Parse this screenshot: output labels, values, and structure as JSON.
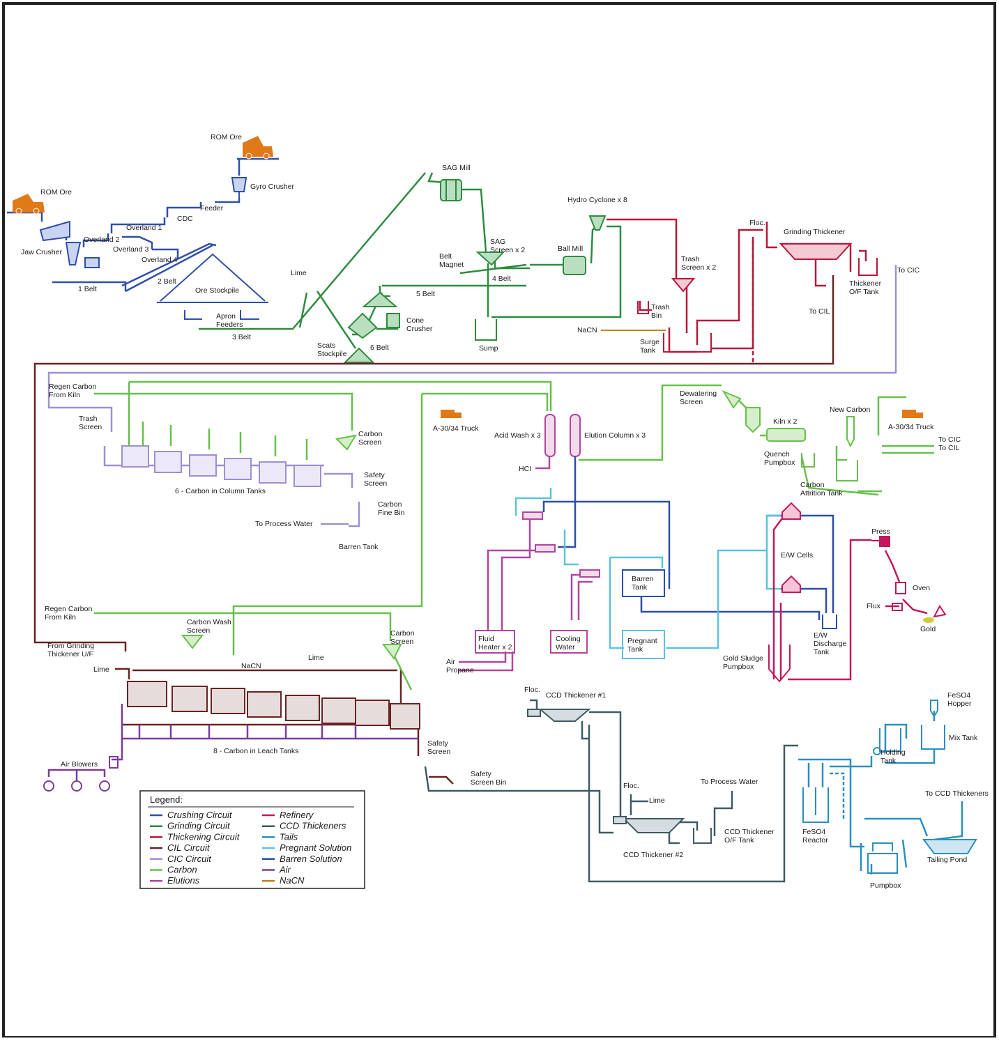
{
  "colors": {
    "crushing": "#2f4fa8",
    "grinding": "#2e8b3e",
    "thickening": "#b8163a",
    "cil": "#6b2222",
    "cic": "#9f8fd0",
    "carbon": "#66c04a",
    "elutions": "#b3449f",
    "refinery": "#c2185b",
    "ccd": "#3f5a62",
    "tails": "#2a8fc0",
    "pregnant": "#5cc3d9",
    "barren": "#2b4ea8",
    "air": "#7b3aa0",
    "nacn": "#c8801c",
    "truck": "#e07a18",
    "gold": "#d4c93a"
  },
  "labels": {
    "rom_ore_1": "ROM Ore",
    "rom_ore_2": "ROM Ore",
    "gyro_crusher": "Gyro Crusher",
    "feeder": "Feeder",
    "cdc": "CDC",
    "overland_1": "Overland 1",
    "overland_2": "Overland 2",
    "overland_3": "Overland 3",
    "overland_4": "Overland 4",
    "jaw_crusher": "Jaw Crusher",
    "belt_1": "1 Belt",
    "belt_2": "2 Belt",
    "ore_stockpile": "Ore Stockpile",
    "apron_feeders": "Apron\nFeeders",
    "belt_3": "3 Belt",
    "lime_1": "Lime",
    "sag_mill": "SAG Mill",
    "sag_screen": "SAG\nScreen x 2",
    "belt_magnet": "Belt\nMagnet",
    "belt_4": "4 Belt",
    "belt_5": "5 Belt",
    "cone_crusher": "Cone\nCrusher",
    "scats_stockpile": "Scats\nStockpile",
    "belt_6": "6 Belt",
    "sump": "Sump",
    "ball_mill": "Ball Mill",
    "hydro_cyclone": "Hydro Cyclone x 8",
    "trash_screen_x2": "Trash\nScreen x 2",
    "trash_bin": "Trash\nBin",
    "nacn_1": "NaCN",
    "surge_tank": "Surge\nTank",
    "floc_1": "Floc.",
    "grinding_thickener": "Grinding Thickener",
    "thickener_of_tank": "Thickener\nO/F Tank",
    "to_cic_1": "To CIC",
    "to_cil_1": "To CIL",
    "regen_carbon_1": "Regen Carbon\nFrom Kiln",
    "trash_screen": "Trash\nScreen",
    "carbon_screen_1": "Carbon\nScreen",
    "cic_tanks": "6 - Carbon in Column Tanks",
    "safety_screen_1": "Safety\nScreen",
    "carbon_fine_bin": "Carbon\nFine Bin",
    "to_process_water_1": "To Process Water",
    "barren_tank_1": "Barren Tank",
    "truck_1": "A-30/34 Truck",
    "acid_wash": "Acid Wash x 3",
    "elution_column": "Elution Column x 3",
    "hcl": "HCI",
    "dewatering_screen": "Dewatering\nScreen",
    "kiln": "Kiln x 2",
    "new_carbon": "New Carbon",
    "truck_2": "A-30/34 Truck",
    "to_cic_2": "To CIC",
    "to_cil_2": "To CIL",
    "quench_pumpbox": "Quench\nPumpbox",
    "carbon_attrition": "Carbon\nAttrition Tank",
    "ew_cells": "E/W Cells",
    "press": "Press",
    "oven": "Oven",
    "flux": "Flux",
    "gold": "Gold",
    "barren_tank_2": "Barren\nTank",
    "pregnant_tank": "Pregnant\nTank",
    "cooling_water": "Cooling\nWater",
    "fluid_heater": "Fluid\nHeater x 2",
    "air_propane": "Air\nPropane",
    "ew_discharge": "E/W\nDischarge\nTank",
    "gold_sludge": "Gold Sludge\nPumpbox",
    "regen_carbon_2": "Regen Carbon\nFrom Kiln",
    "carbon_wash_screen": "Carbon Wash\nScreen",
    "carbon_screen_2": "Carbon\nScreen",
    "from_grinding": "From Grinding\nThickener U/F",
    "lime_2": "Lime",
    "nacn_2": "NaCN",
    "lime_3": "Lime",
    "cil_tanks": "8 - Carbon in Leach Tanks",
    "air_blowers": "Air Blowers",
    "safety_screen_2": "Safety\nScreen",
    "safety_screen_bin": "Safety\nScreen Bin",
    "floc_2": "Floc.",
    "ccd_thickener_1": "CCD Thickener #1",
    "floc_3": "Floc.",
    "lime_4": "Lime",
    "to_process_water_2": "To Process Water",
    "ccd_thickener_2": "CCD Thickener #2",
    "ccd_of_tank": "CCD Thickener\nO/F Tank",
    "feso4_hopper": "FeSO4\nHopper",
    "mix_tank": "Mix Tank",
    "holding_tank": "Holding\nTank",
    "feso4_reactor": "FeSO4\nReactor",
    "to_ccd_thickeners": "To CCD Thickeners",
    "tailing_pond": "Tailing Pond",
    "pumpbox": "Pumpbox"
  },
  "legend": {
    "title": "Legend:",
    "items": [
      {
        "label": "Crushing Circuit",
        "color": "#2f4fa8"
      },
      {
        "label": "Grinding Circuit",
        "color": "#2e8b3e"
      },
      {
        "label": "Thickening Circuit",
        "color": "#b8163a"
      },
      {
        "label": "CIL Circuit",
        "color": "#6b2222"
      },
      {
        "label": "CIC Circuit",
        "color": "#9f8fd0"
      },
      {
        "label": "Carbon",
        "color": "#66c04a"
      },
      {
        "label": "Elutions",
        "color": "#b3449f"
      },
      {
        "label": "Refinery",
        "color": "#c2185b"
      },
      {
        "label": "CCD Thickeners",
        "color": "#3f5a62"
      },
      {
        "label": "Tails",
        "color": "#2a8fc0"
      },
      {
        "label": "Pregnant Solution",
        "color": "#5cc3d9"
      },
      {
        "label": "Barren Solution",
        "color": "#2b4ea8"
      },
      {
        "label": "Air",
        "color": "#7b3aa0"
      },
      {
        "label": "NaCN",
        "color": "#c8801c"
      }
    ]
  }
}
